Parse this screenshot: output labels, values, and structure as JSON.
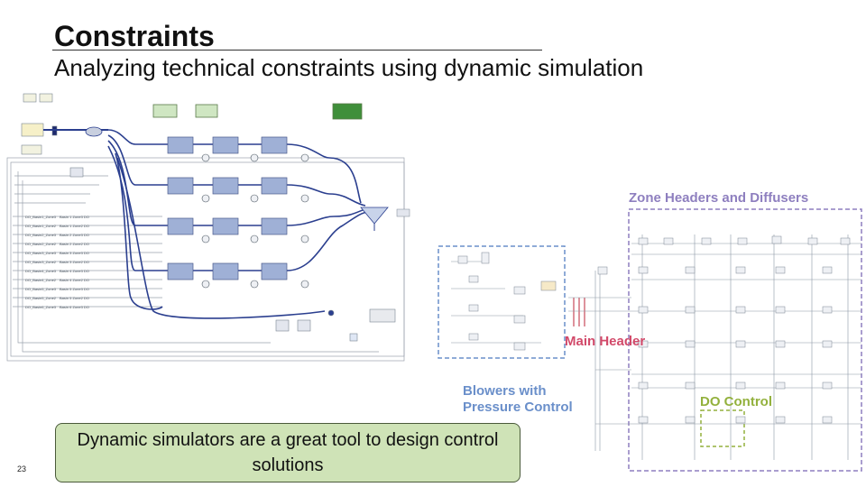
{
  "slide": {
    "title": "Constraints",
    "subtitle": "Analyzing technical constraints using dynamic simulation",
    "page_number": "23"
  },
  "diagram_labels": {
    "zone_headers": "Zone Headers and Diffusers",
    "main_header": "Main Header",
    "blowers": "Blowers with Pressure Control",
    "do_control": "DO Control"
  },
  "callout": {
    "text": "Dynamic simulators are a great tool to design control solutions"
  },
  "colors": {
    "zone": "#8e7fbf",
    "main_header": "#d24a6a",
    "blowers": "#6a8fca",
    "do_control": "#93b13d",
    "callout_bg": "#cfe3b7",
    "flow_line": "#2b3f8f"
  }
}
